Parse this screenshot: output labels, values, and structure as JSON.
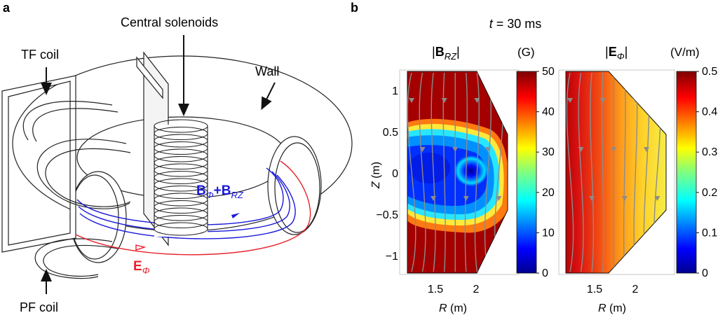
{
  "panel_a": {
    "label": "a",
    "central_solenoids": "Central solenoids",
    "tf_coil": "TF coil",
    "wall": "Wall",
    "pf_coil": "PF coil",
    "b_field_main": "B",
    "b_field_sub1": "Φ",
    "b_field_plus": "+B",
    "b_field_sub2": "RZ",
    "e_field_main": "E",
    "e_field_sub": "Φ"
  },
  "panel_b": {
    "label": "b",
    "time_label": "t = 30 ms",
    "left_plot": {
      "title_bar_left": "|",
      "title_main": "B",
      "title_sub": "RZ",
      "title_bar_right": "|",
      "unit": "(G)",
      "colorbar_ticks": [
        "50",
        "40",
        "30",
        "20",
        "10",
        "0"
      ],
      "colorbar_range": [
        0,
        50
      ]
    },
    "right_plot": {
      "title_bar_left": "|",
      "title_main": "E",
      "title_sub": "Φ",
      "title_bar_right": "|",
      "unit": "(V/m)",
      "colorbar_ticks": [
        "0.5",
        "0.4",
        "0.3",
        "0.2",
        "0.1",
        "0"
      ],
      "colorbar_range": [
        0,
        0.5
      ]
    },
    "y_axis": {
      "label": "Z",
      "unit": "(m)",
      "ticks": [
        "1",
        "0.5",
        "0",
        "−0.5",
        "−1"
      ]
    },
    "x_axis": {
      "label": "R",
      "unit": "(m)",
      "ticks": [
        "1.5",
        "2"
      ]
    }
  },
  "colors": {
    "b_field": "#1a1adb",
    "e_field": "#e8202a",
    "stream": "#8c8c8c",
    "colormap": "jet"
  }
}
